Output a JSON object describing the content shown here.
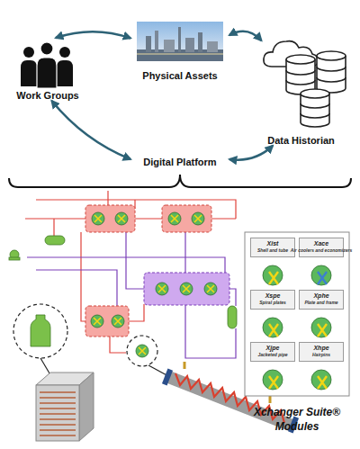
{
  "diagram": {
    "nodes": [
      {
        "text": [
          "Physical Assets"
        ]
      },
      {
        "text": [
          "Work Groups"
        ]
      },
      {
        "text": [
          "Data Historian"
        ]
      },
      {
        "text": [
          "Digital Platform"
        ]
      },
      {
        "text": [
          "Xchanger Suite® Modules"
        ]
      },
      {
        "text": [
          "Xist",
          "Shell and tube"
        ],
        "in": 4
      },
      {
        "text": [
          "Xace",
          "Air coolers and economizers"
        ],
        "in": 4
      },
      {
        "text": [
          "Xspe",
          "Spiral plates"
        ],
        "in": 4
      },
      {
        "text": [
          "Xphe",
          "Plate and frame"
        ],
        "in": 4
      },
      {
        "text": [
          "Xjpe",
          "Jacketed pipe"
        ],
        "in": 4
      },
      {
        "text": [
          "Xhpe",
          "Hairpins"
        ],
        "in": 4
      }
    ],
    "edges": [
      {
        "from": 0,
        "to": 2,
        "arrow": "both"
      },
      {
        "from": 2,
        "to": 3,
        "arrow": "both"
      },
      {
        "from": 3,
        "to": 1,
        "arrow": "both"
      },
      {
        "from": 1,
        "to": 0,
        "arrow": "both"
      }
    ]
  }
}
